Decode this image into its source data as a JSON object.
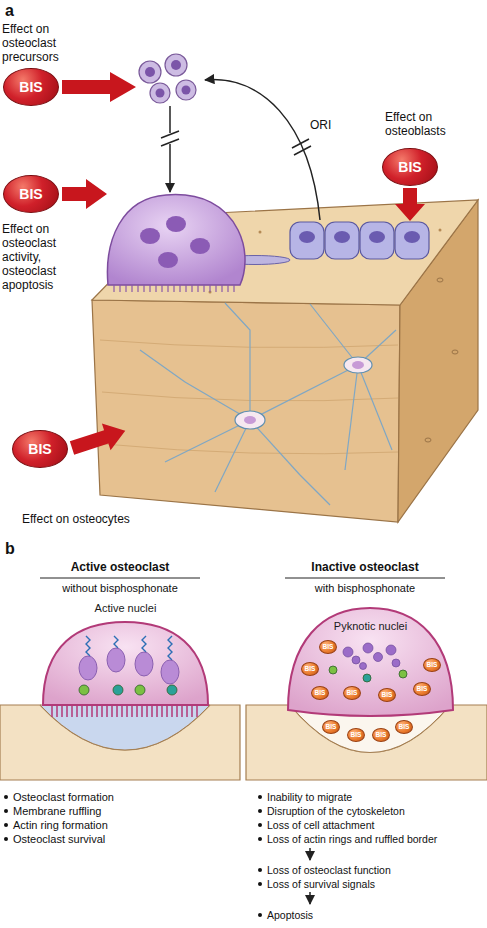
{
  "diagram": {
    "nodes": [
      {
        "text": [
          "BIS"
        ]
      },
      {
        "text": [
          "BIS"
        ]
      },
      {
        "text": [
          "BIS"
        ]
      },
      {
        "text": [
          "BIS"
        ]
      },
      {
        "text": [
          "Active nuclei"
        ]
      },
      {
        "text": [
          "Pyknotic nuclei"
        ]
      },
      {
        "text": [
          "BIS"
        ],
        "in": 5
      },
      {
        "text": [
          "BIS"
        ],
        "in": 5
      },
      {
        "text": [
          "BIS"
        ],
        "in": 5
      },
      {
        "text": [
          "BIS"
        ],
        "in": 5
      },
      {
        "text": [
          "BIS"
        ],
        "in": 5
      },
      {
        "text": [
          "BIS"
        ],
        "in": 5
      },
      {
        "text": [
          "BIS"
        ],
        "in": 5
      },
      {
        "text": [
          "BIS"
        ]
      },
      {
        "text": [
          "BIS"
        ]
      },
      {
        "text": [
          "BIS"
        ]
      },
      {
        "text": [
          "BIS"
        ]
      }
    ],
    "labels": [
      "a",
      "Effect on osteoclast precursors",
      "Effect on osteoclast activity, osteoclast apoptosis",
      "Effect on osteoblasts",
      "ORI",
      "Effect on osteocytes",
      "b",
      "Active osteoclast",
      "without bisphosphonate",
      "Inactive osteoclast",
      "with bisphosphonate",
      "Osteoclast formation",
      "Membrane ruffling",
      "Actin ring formation",
      "Osteoclast survival",
      "Inability to migrate",
      "Disruption of the cytoskeleton",
      "Loss of cell attachment",
      "Loss of actin rings and ruffled border",
      "Loss of osteoclast function",
      "Loss of survival signals",
      "Apoptosis"
    ]
  }
}
